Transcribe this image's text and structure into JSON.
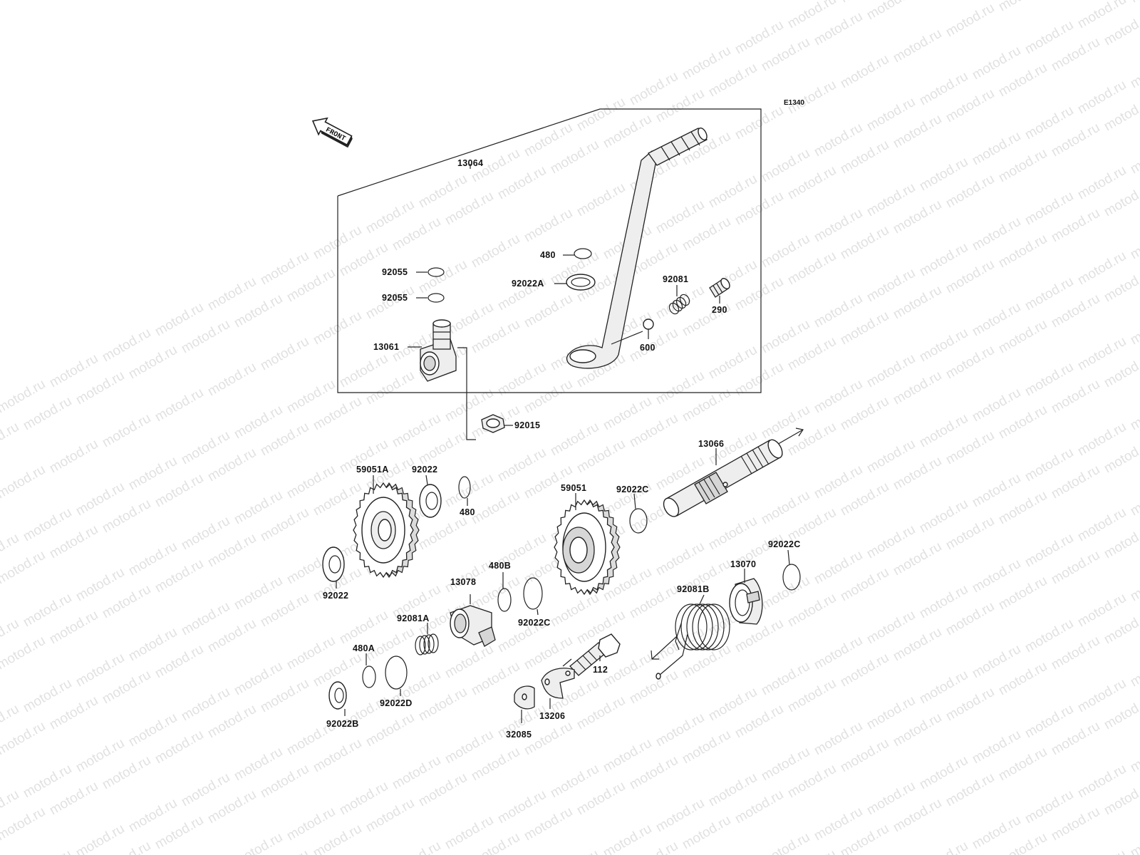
{
  "colors": {
    "background": "#ffffff",
    "lines": "#222222",
    "watermark": "#c9c9c9"
  },
  "watermark_text": "motod.ru",
  "diagram": {
    "code": "E1340",
    "front_arrow_label": "FRONT",
    "parts": {
      "p13064": "13064",
      "p92055a": "92055",
      "p92055b": "92055",
      "p13061": "13061",
      "p480_top": "480",
      "p92022A": "92022A",
      "p92081": "92081",
      "p290": "290",
      "p600": "600",
      "p92015": "92015",
      "p13066": "13066",
      "p59051A": "59051A",
      "p92022_top": "92022",
      "p480_mid": "480",
      "p59051": "59051",
      "p92022C_a": "92022C",
      "p92022_left": "92022",
      "p13078": "13078",
      "p480B": "480B",
      "p92022C_b": "92022C",
      "p92022C_c": "92022C",
      "p13070": "13070",
      "p92081B": "92081B",
      "p92081A": "92081A",
      "p480A": "480A",
      "p92022D": "92022D",
      "p92022B": "92022B",
      "p112": "112",
      "p13206": "13206",
      "p32085": "32085"
    }
  }
}
